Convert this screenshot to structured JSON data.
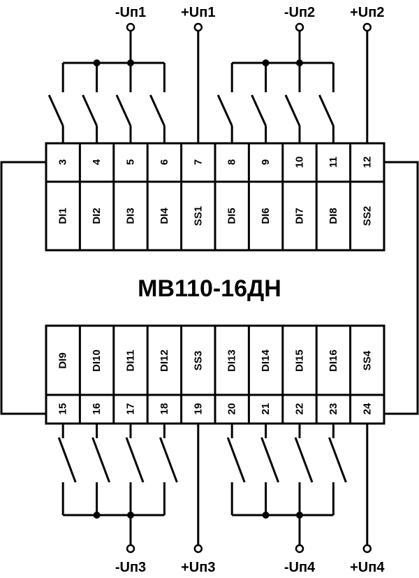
{
  "model": "МВ110-16ДН",
  "top": {
    "terminals": [
      "3",
      "4",
      "5",
      "6",
      "7",
      "8",
      "9",
      "10",
      "11",
      "12"
    ],
    "signals": [
      "DI1",
      "DI2",
      "DI3",
      "DI4",
      "SS1",
      "DI5",
      "DI6",
      "DI7",
      "DI8",
      "SS2"
    ],
    "supplies": [
      "-Uп1",
      "+Uп1",
      "-Uп2",
      "+Uп2"
    ]
  },
  "bottom": {
    "terminals": [
      "15",
      "16",
      "17",
      "18",
      "19",
      "20",
      "21",
      "22",
      "23",
      "24"
    ],
    "signals": [
      "DI9",
      "DI10",
      "DI11",
      "DI12",
      "SS3",
      "DI13",
      "DI14",
      "DI15",
      "DI16",
      "SS4"
    ],
    "supplies": [
      "-Uп3",
      "+Uп3",
      "-Uп4",
      "+Uп4"
    ]
  }
}
